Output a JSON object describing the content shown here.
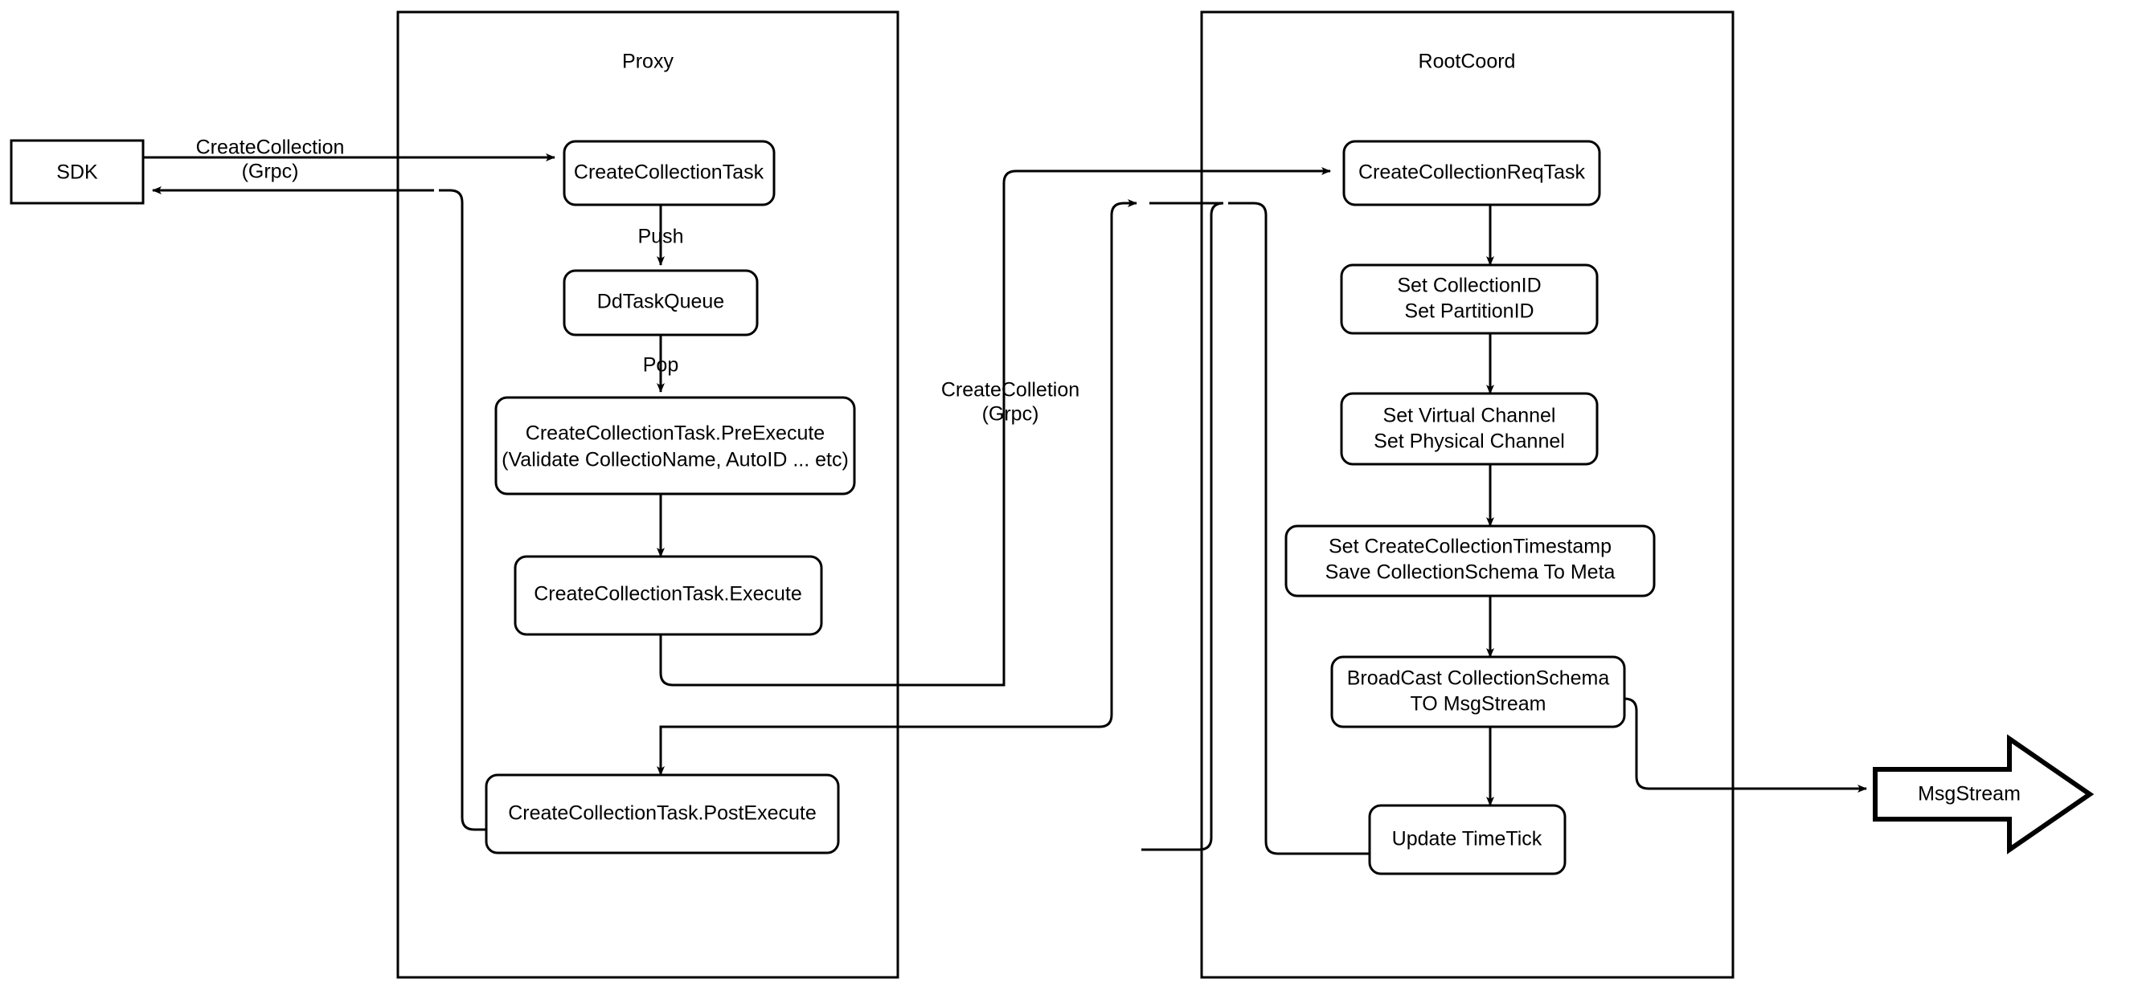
{
  "diagram": {
    "title": "CreateCollection flow",
    "stroke_color": "#000000",
    "background_color": "#ffffff",
    "containers": [
      {
        "id": "proxy",
        "label": "Proxy"
      },
      {
        "id": "rootcoord",
        "label": "RootCoord"
      }
    ],
    "external_nodes": [
      {
        "id": "sdk",
        "label": "SDK",
        "shape": "rect"
      },
      {
        "id": "msgstream",
        "label": "MsgStream",
        "shape": "block-arrow"
      }
    ],
    "proxy_nodes": [
      {
        "id": "create-collection-task",
        "label": "CreateCollectionTask"
      },
      {
        "id": "dd-task-queue",
        "label": "DdTaskQueue"
      },
      {
        "id": "pre-execute",
        "line1": "CreateCollectionTask.PreExecute",
        "line2": "(Validate CollectioName, AutoID ... etc)"
      },
      {
        "id": "execute",
        "label": "CreateCollectionTask.Execute"
      },
      {
        "id": "post-execute",
        "label": "CreateCollectionTask.PostExecute"
      }
    ],
    "rootcoord_nodes": [
      {
        "id": "create-collection-req-task",
        "label": "CreateCollectionReqTask"
      },
      {
        "id": "set-ids",
        "line1": "Set CollectionID",
        "line2": "Set PartitionID"
      },
      {
        "id": "set-channels",
        "line1": "Set Virtual Channel",
        "line2": "Set Physical Channel"
      },
      {
        "id": "set-timestamp",
        "line1": "Set CreateCollectionTimestamp",
        "line2": "Save CollectionSchema To Meta"
      },
      {
        "id": "broadcast",
        "line1": "BroadCast CollectionSchema",
        "line2": "TO MsgStream"
      },
      {
        "id": "update-timetick",
        "label": "Update TimeTick"
      }
    ],
    "edge_labels": [
      {
        "id": "sdk-to-proxy",
        "line1": "CreateCollection",
        "line2": "(Grpc)"
      },
      {
        "id": "push",
        "line1": "Push",
        "line2": ""
      },
      {
        "id": "pop",
        "line1": "Pop",
        "line2": ""
      },
      {
        "id": "proxy-to-rootcoord",
        "line1": "CreateColletion",
        "line2": "(Grpc)"
      }
    ]
  }
}
